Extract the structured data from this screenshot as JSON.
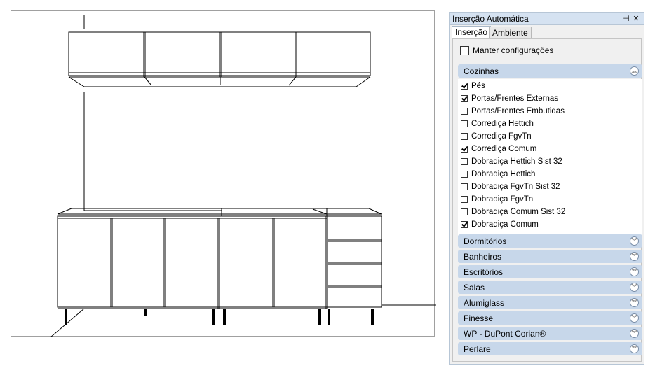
{
  "panel": {
    "title": "Inserção Automática",
    "pin_icon": "pin-icon",
    "close_icon": "close-icon",
    "tabs": [
      {
        "label": "Inserção",
        "active": true
      },
      {
        "label": "Ambiente",
        "active": false
      }
    ],
    "manter": {
      "label": "Manter configurações",
      "checked": false
    },
    "cozinhas": {
      "label": "Cozinhas",
      "expanded": true,
      "items": [
        {
          "label": "Pés",
          "checked": true
        },
        {
          "label": "Portas/Frentes Externas",
          "checked": true
        },
        {
          "label": "Portas/Frentes Embutidas",
          "checked": false
        },
        {
          "label": "Corrediça Hettich",
          "checked": false
        },
        {
          "label": "Corrediça FgvTn",
          "checked": false
        },
        {
          "label": "Corrediça Comum",
          "checked": true
        },
        {
          "label": "Dobradiça Hettich Sist 32",
          "checked": false
        },
        {
          "label": "Dobradiça Hettich",
          "checked": false
        },
        {
          "label": "Dobradiça FgvTn Sist 32",
          "checked": false
        },
        {
          "label": "Dobradiça FgvTn",
          "checked": false
        },
        {
          "label": "Dobradiça Comum Sist 32",
          "checked": false
        },
        {
          "label": "Dobradiça Comum",
          "checked": true
        }
      ]
    },
    "sections": [
      {
        "label": "Dormitórios"
      },
      {
        "label": "Banheiros"
      },
      {
        "label": "Escritórios"
      },
      {
        "label": "Salas"
      },
      {
        "label": "Alumiglass"
      },
      {
        "label": "Finesse"
      },
      {
        "label": "WP - DuPont Corian®"
      },
      {
        "label": "Perlare"
      }
    ]
  },
  "colors": {
    "panel_bg": "#f0f0f0",
    "section_header": "#c7d7ea",
    "titlebar": "#d5e2f1"
  }
}
